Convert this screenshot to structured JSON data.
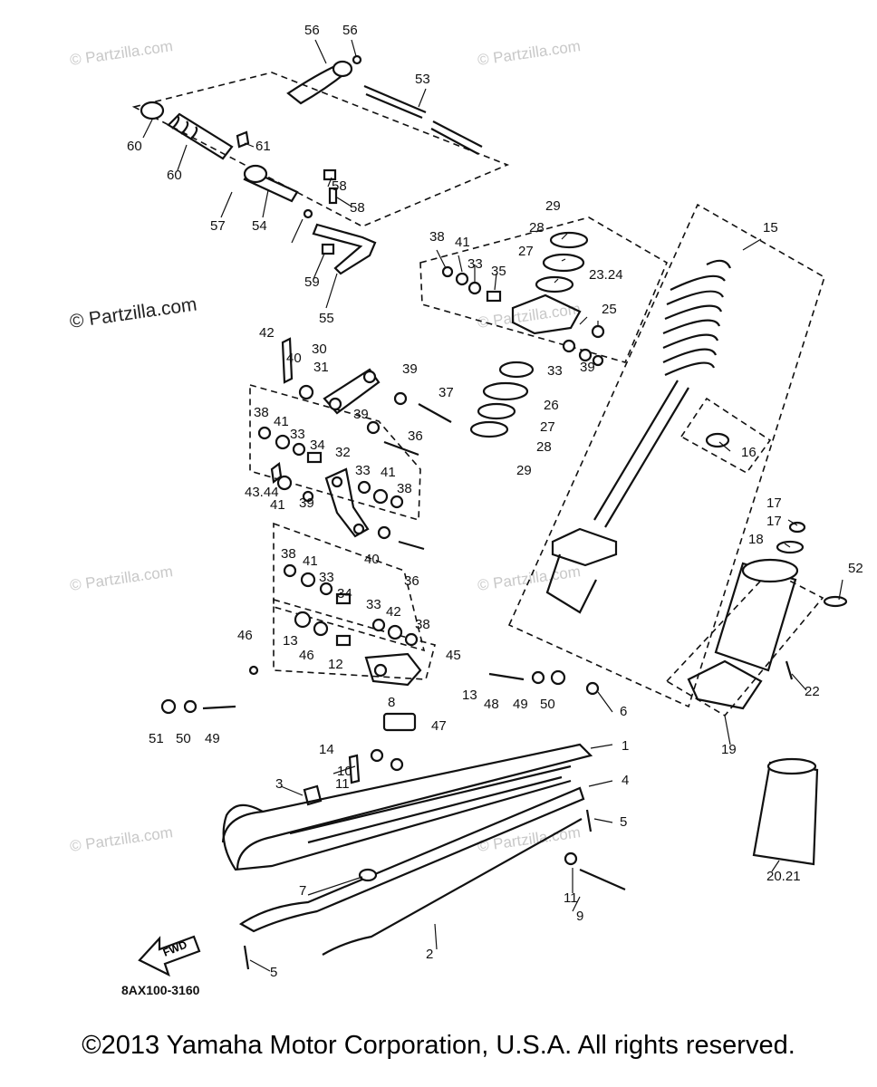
{
  "watermarks": [
    "© Partzilla.com",
    "© Partzilla.com",
    "© Partzilla.com",
    "© Partzilla.com",
    "© Partzilla.com",
    "© Partzilla.com",
    "© Partzilla.com",
    "© Partzilla.com"
  ],
  "diagram_code": "8AX100-3160",
  "fwd_label": "FWD",
  "copyright": "©2013 Yamaha Motor Corporation, U.S.A. All rights reserved.",
  "callouts": [
    "1",
    "2",
    "3",
    "4",
    "5",
    "5",
    "6",
    "7",
    "8",
    "9",
    "10",
    "11",
    "11",
    "12",
    "13",
    "13",
    "14",
    "15",
    "16",
    "17",
    "17",
    "18",
    "19",
    "20.21",
    "22",
    "23.24",
    "25",
    "26",
    "27",
    "27",
    "28",
    "28",
    "29",
    "29",
    "30",
    "31",
    "32",
    "33",
    "33",
    "33",
    "33",
    "33",
    "33",
    "34",
    "34",
    "35",
    "36",
    "36",
    "37",
    "38",
    "38",
    "38",
    "38",
    "38",
    "39",
    "39",
    "39",
    "39",
    "40",
    "40",
    "41",
    "41",
    "41",
    "41",
    "41",
    "42",
    "42",
    "43.44",
    "45",
    "46",
    "46",
    "47",
    "48",
    "49",
    "49",
    "50",
    "50",
    "51",
    "52",
    "53",
    "54",
    "55",
    "56",
    "56",
    "57",
    "58",
    "58",
    "59",
    "60",
    "60",
    "61"
  ]
}
